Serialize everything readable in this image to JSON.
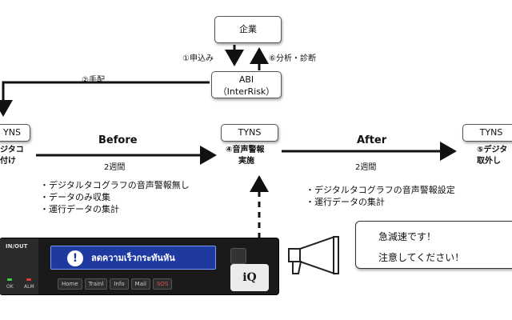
{
  "company": "企業",
  "abi": {
    "line1": "ABI",
    "line2": "（InterRisk）"
  },
  "step1": "①申込み",
  "step2": "②手配",
  "step6": "⑥分析・診断",
  "left_node": {
    "title": "YNS",
    "line1": "ジタコ",
    "line2": "付け"
  },
  "center_node": {
    "title": "TYNS",
    "line1": "④音声警報",
    "line2": "実施"
  },
  "right_node": {
    "title": "TYNS",
    "line1": "⑤デジタ",
    "line2": "取外し"
  },
  "before": {
    "label": "Before",
    "period": "2週間",
    "notes": [
      "・デジタルタコグラフの音声警報無し",
      "・データのみ収集",
      "・運行データの集計"
    ]
  },
  "after": {
    "label": "After",
    "period": "2週間",
    "notes": [
      "・デジタルタコグラフの音声警報設定",
      "・運行データの集計"
    ]
  },
  "bubble": {
    "line1": "急減速です！",
    "line2": "注意してください！"
  },
  "device": {
    "inout": "IN/OUT",
    "screen_text": "ลดความเร็วกระทันหัน",
    "buttons": [
      "Home",
      "Trainl",
      "Info",
      "Mail",
      "SOS"
    ],
    "ok": "OK",
    "alm": "ALM",
    "logo": "iQ"
  },
  "colors": {
    "screen": "#1e3aa0",
    "sos": "#e24b4b",
    "ok_led": "#3cd24b",
    "alm_led": "#e03a3a"
  }
}
